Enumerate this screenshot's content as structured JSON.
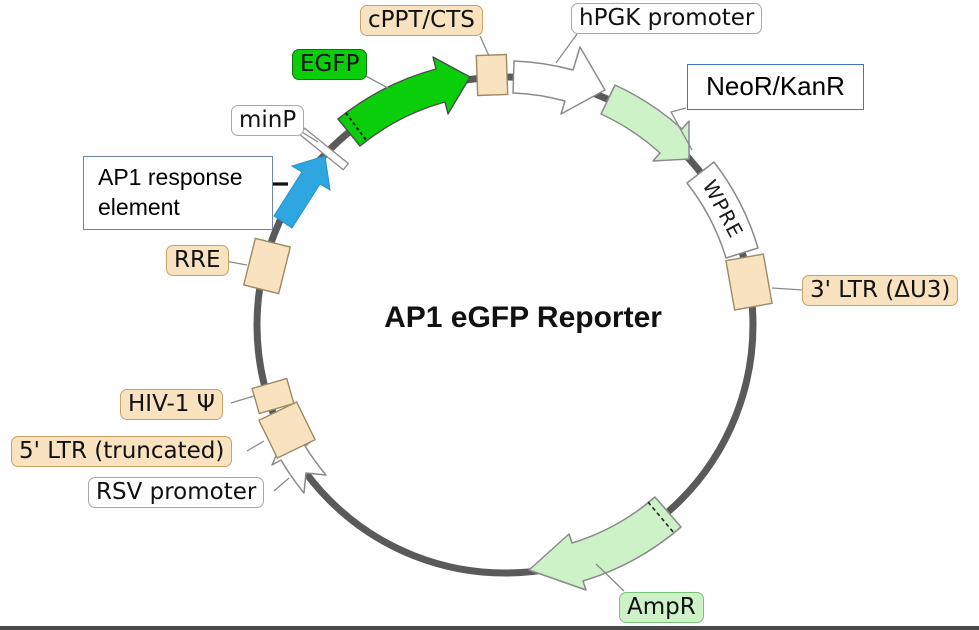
{
  "diagram": {
    "title": "AP1 eGFP Reporter",
    "labels": {
      "cppt_cts": "cPPT/CTS",
      "hpgk_promoter": "hPGK promoter",
      "egfp": "EGFP",
      "minp": "minP",
      "ap1_line1": "AP1 response",
      "ap1_line2": "element",
      "neor_kanr": "NeoR/KanR",
      "wpre": "WPRE",
      "rre": "RRE",
      "ltr3": "3' LTR (ΔU3)",
      "hiv1_psi": "HIV-1 Ψ",
      "ltr5": "5' LTR (truncated)",
      "rsv_promoter": "RSV promoter",
      "ampr": "AmpR"
    },
    "colors": {
      "backbone": "#5a5a5a",
      "bright_green": "#09ce09",
      "light_green": "#cdf2c8",
      "tan": "#f8e2c0",
      "blue_arrow": "#2ea7e0",
      "white": "#ffffff",
      "annotation_border_blue": "#4472c4",
      "annotation_border_slate": "#6b85a8"
    }
  }
}
